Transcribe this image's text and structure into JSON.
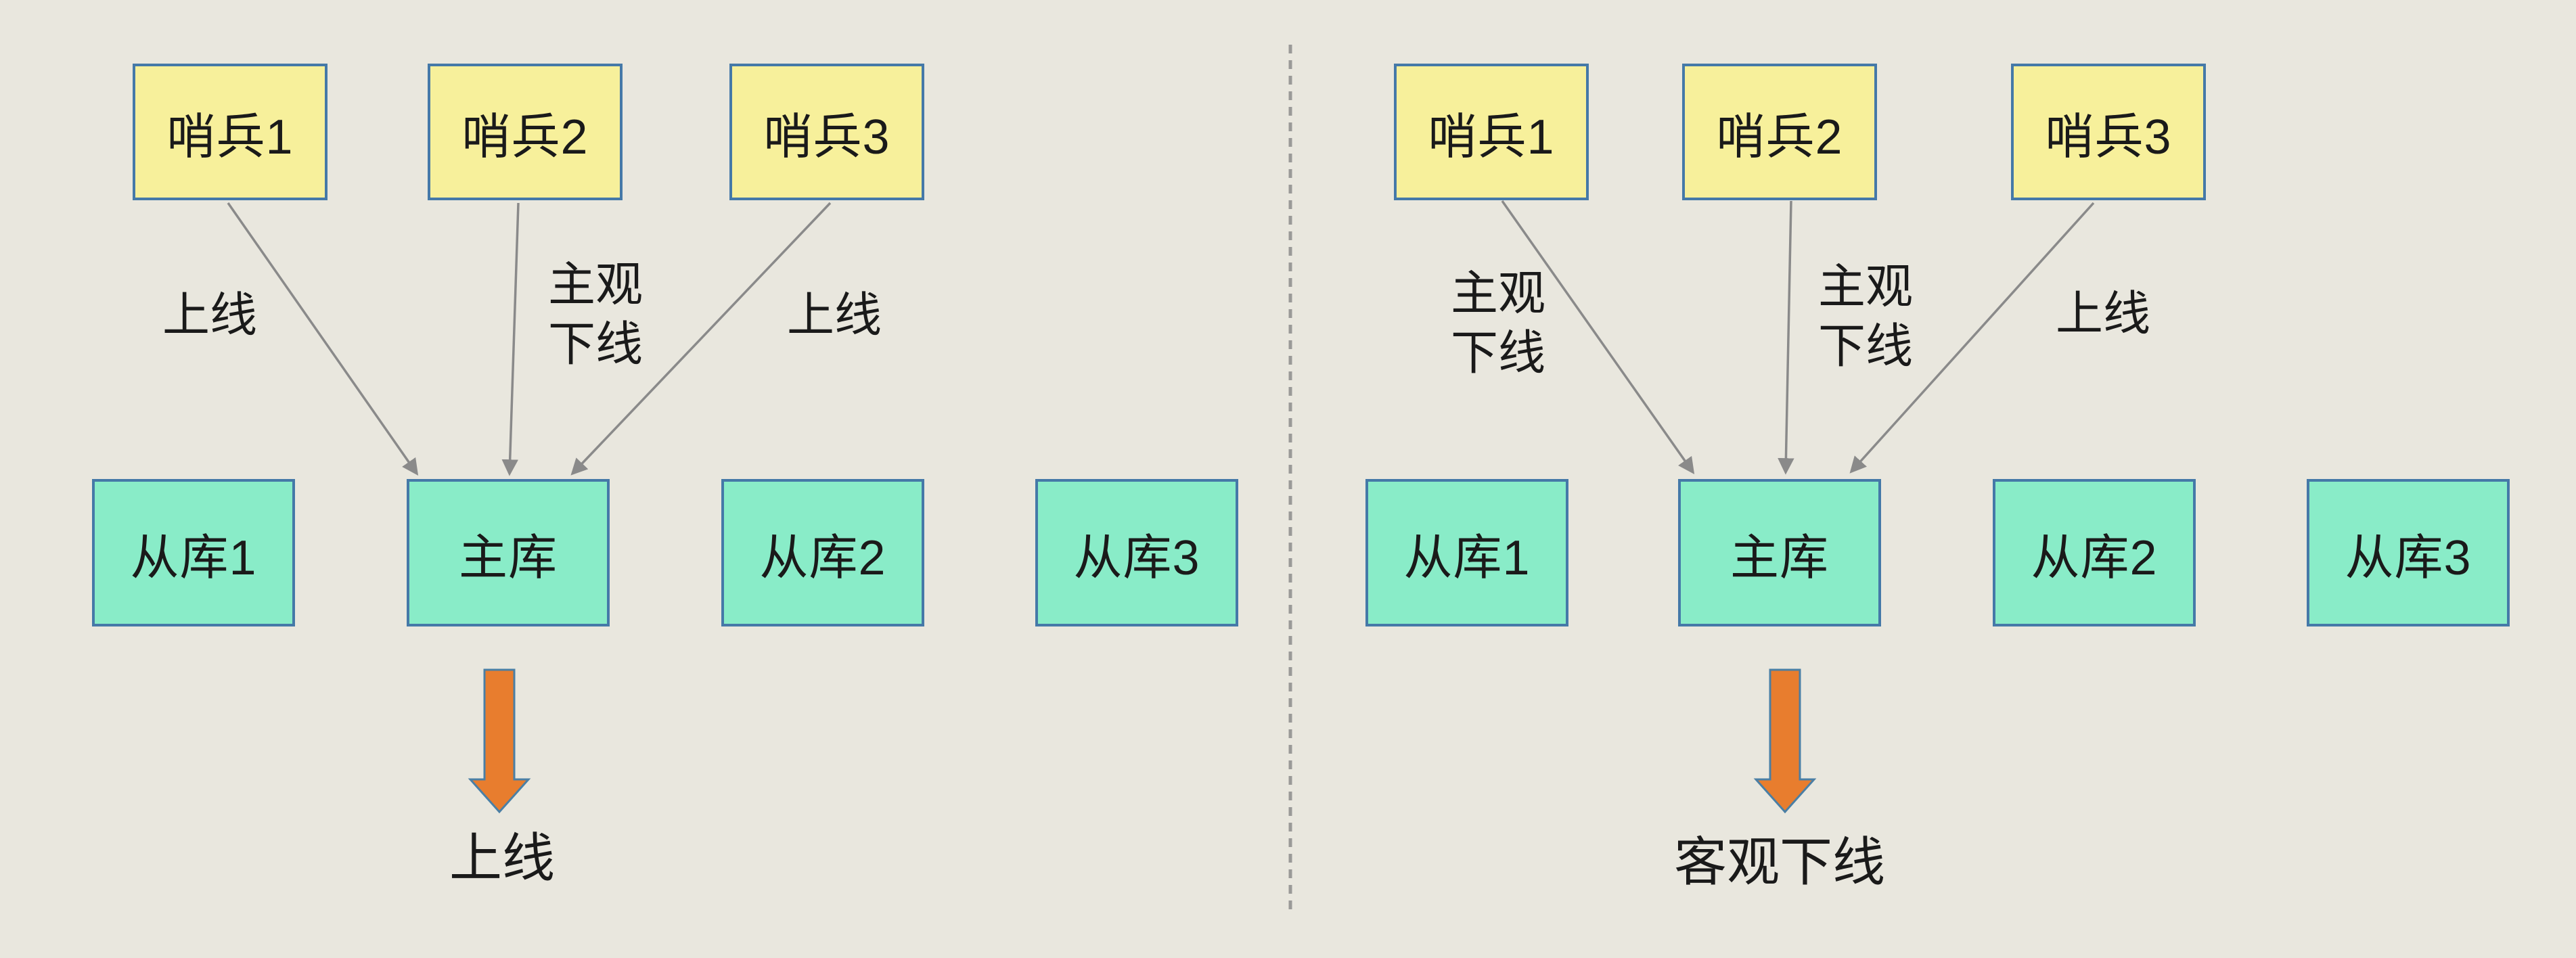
{
  "diagram": {
    "left": {
      "sentinels": [
        "哨兵1",
        "哨兵2",
        "哨兵3"
      ],
      "edge_labels": [
        "上线",
        "主观\n下线",
        "上线"
      ],
      "nodes": [
        "从库1",
        "主库",
        "从库2",
        "从库3"
      ],
      "result_label": "上线"
    },
    "right": {
      "sentinels": [
        "哨兵1",
        "哨兵2",
        "哨兵3"
      ],
      "edge_labels": [
        "主观\n下线",
        "主观\n下线",
        "上线"
      ],
      "nodes": [
        "从库1",
        "主库",
        "从库2",
        "从库3"
      ],
      "result_label": "客观下线"
    },
    "colors": {
      "background": "#e9e7de",
      "sentinel_fill": "#f7f09b",
      "node_fill": "#89ecc8",
      "box_border": "#4579a8",
      "connector_gray": "#8a8a8a",
      "divider_gray": "#9a9a98",
      "result_arrow_fill": "#e87d2e",
      "result_arrow_border": "#4a7fa5",
      "text": "#1a1a1a"
    }
  }
}
